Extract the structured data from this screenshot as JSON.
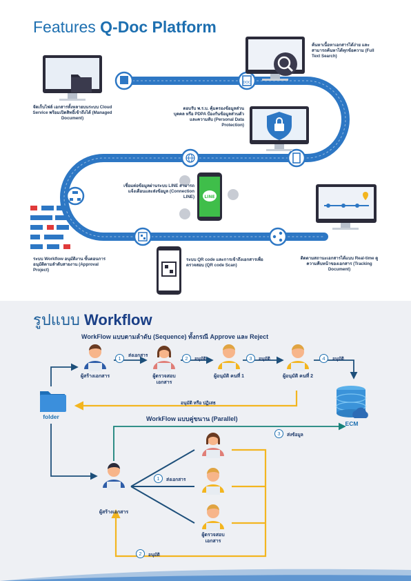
{
  "features": {
    "title_light": "Features",
    "title_bold": "Q-Doc Platform",
    "items": [
      {
        "text": "จัดเก็บไฟล์ เอกสารทั้งหลายบนระบบ Cloud Service พร้อมเปิดสิทธิ์เข้าถึงได้ (Managed Document)"
      },
      {
        "text": "ค้นหาเนื้อหาเอกสารได้ง่าย และสามารถค้นหาได้ทุกข้อความ (Full Text Search)"
      },
      {
        "text": "ตอบรับ พ.ร.บ. คุ้มครองข้อมูลส่วนบุคคล หรือ PDPA ป้องกันข้อมูลส่วนตัวและความลับ (Personal Data Protection)"
      },
      {
        "text": "เชื่อมต่อข้อมูลผ่านระบบ LINE สามารถแจ้งเตือนและส่งข้อมูล (Connection LINE)"
      },
      {
        "text": "ระบบ Workflow อนุมัติงาน ขั้นตอนการอนุมัติตามลำดับสายงาน (Approval Project)"
      },
      {
        "text": "ติดตามสถานะเอกสารได้แบบ Real-time ดูความคืบหน้าของเอกสาร (Tracking Document)"
      },
      {
        "text": "ระบบ QR code และการเข้าถึงเอกสารเพื่อตรวจสอบ (QR code Scan)"
      }
    ]
  },
  "workflow": {
    "title_thai": "รูปแบบ",
    "title_bold": "Workflow",
    "sequence_title": "WorkFlow แบบตามลำดับ (Sequence) ทั้งกรณี Approve และ Reject",
    "parallel_title": "WorkFlow แบบคู่ขนาน (Parallel)",
    "roles": {
      "creator": "ผู้สร้างเอกสาร",
      "reviewer": "ผู้ตรวจสอบเอกสาร",
      "approver1": "ผู้อนุมัติ คนที่ 1",
      "approver2": "ผู้อนุมัติ คนที่ 2",
      "creator_parallel": "ผู้สร้างเอกสาร",
      "reviewer_parallel": "ผู้ตรวจสอบเอกสาร"
    },
    "steps": {
      "s1_num": "1",
      "s1_label": "ส่งเอกสาร",
      "s2_num": "2",
      "s2_label": "อนุมัติ",
      "s3_num": "3",
      "s3_label": "อนุมัติ",
      "s4_num": "4",
      "s4_label": "อนุมัติ",
      "reject_label": "อนุมัติ หรือ ปฏิเสธ",
      "p1_num": "1",
      "p1_label": "ส่งเอกสาร",
      "p2_num": "2",
      "p2_label": "อนุมัติ",
      "p3_num": "3",
      "p3_label": "ส่งข้อมูล"
    },
    "folder_label": "folder",
    "ecm_label": "ECM"
  },
  "colors": {
    "accent": "#1d6fb0",
    "orange": "#f3b51f",
    "navy": "#1a3f86"
  }
}
